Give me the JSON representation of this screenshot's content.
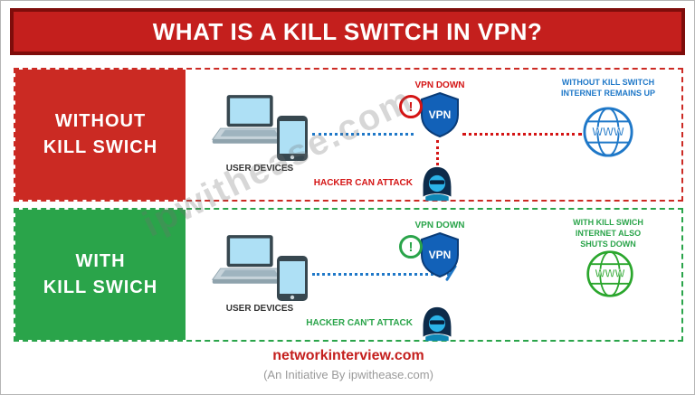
{
  "header": {
    "title": "WHAT IS A KILL SWITCH IN VPN?"
  },
  "rows": [
    {
      "label_line1": "WITHOUT",
      "label_line2": "KILL SWICH",
      "devices_label": "USER DEVICES",
      "vpn_status": "VPN DOWN",
      "vpn_shield_text": "VPN",
      "alert_glyph": "!",
      "hacker_label": "HACKER CAN ATTACK",
      "globe_text": "WWW",
      "internet_lines": [
        "WITHOUT KILL SWITCH",
        "INTERNET REMAINS UP"
      ]
    },
    {
      "label_line1": "WITH",
      "label_line2": "KILL SWICH",
      "devices_label": "USER DEVICES",
      "vpn_status": "VPN DOWN",
      "vpn_shield_text": "VPN",
      "alert_glyph": "!",
      "hacker_label": "HACKER CAN'T ATTACK",
      "globe_text": "WWW",
      "internet_lines": [
        "WITH KILL SWICH",
        "INTERNET ALSO",
        "SHUTS DOWN"
      ]
    }
  ],
  "watermark": "ipwithease.com",
  "footer": {
    "site": "networkinterview.com",
    "tagline": "(An Initiative By ipwithease.com)"
  },
  "colors": {
    "header_red": "#c41f1d",
    "panel_red": "#cb2a23",
    "panel_green": "#2aa44a",
    "line_blue": "#1f78c8",
    "line_red": "#d41414",
    "shield_blue": "#1261b8",
    "globe_blue": "#1f78c8",
    "globe_green": "#2aa62c"
  }
}
